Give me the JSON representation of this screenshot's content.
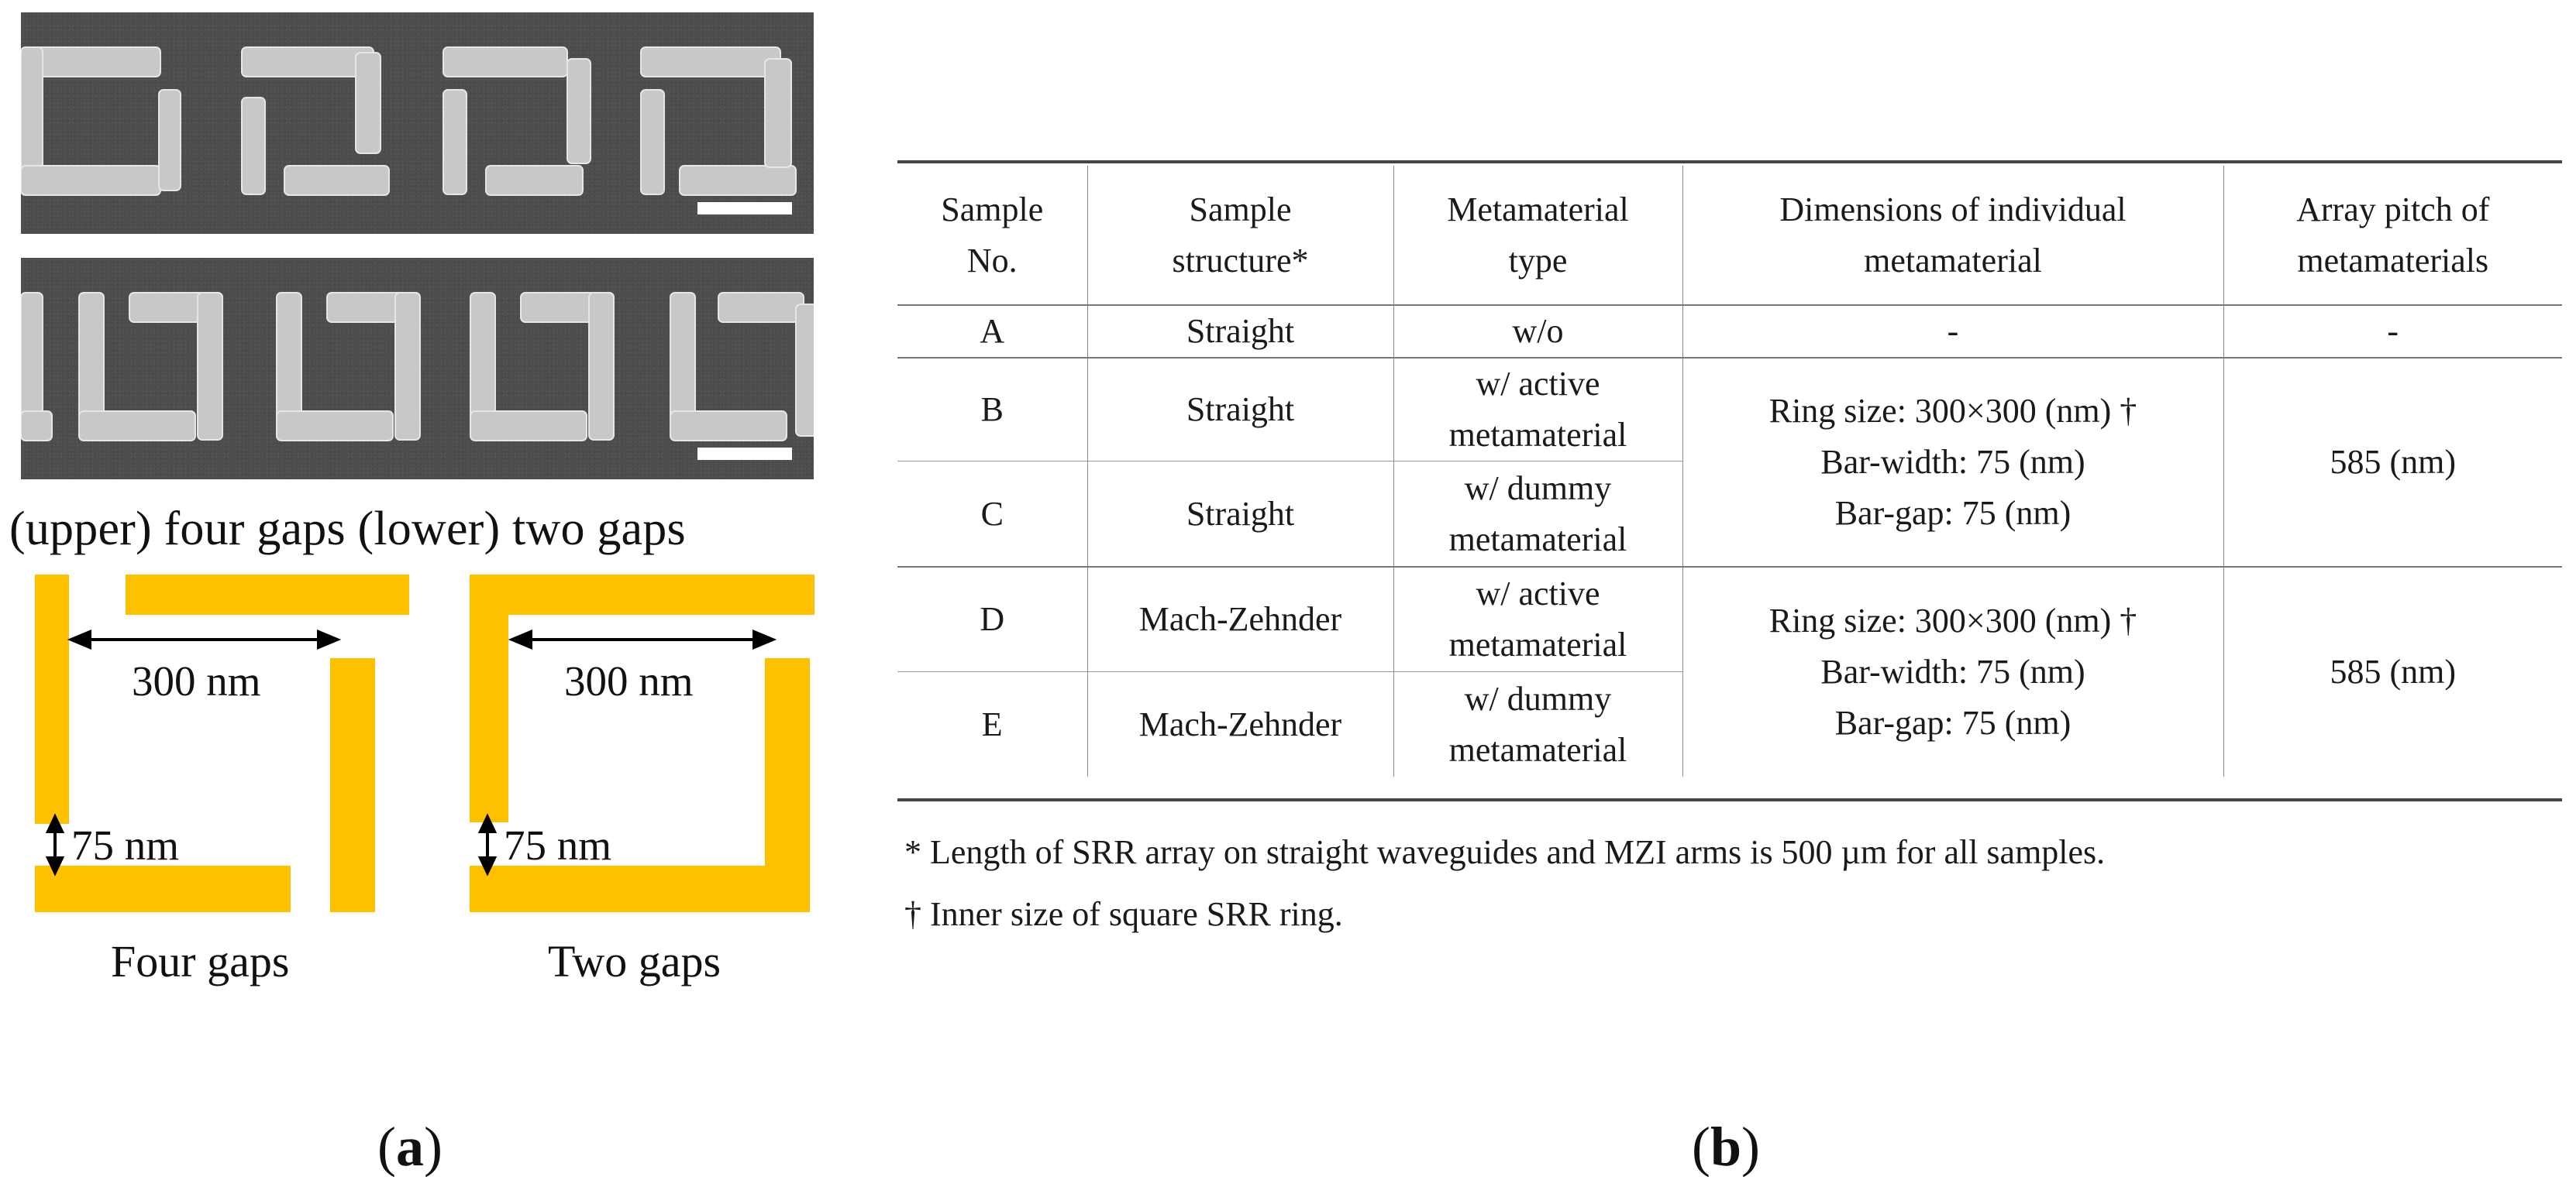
{
  "panel_a": {
    "sem_caption": "(upper) four gaps (lower) two gaps",
    "four_gaps": {
      "label": "Four gaps",
      "dim_ring": "300 nm",
      "dim_bar": "75 nm"
    },
    "two_gaps": {
      "label": "Two gaps",
      "dim_ring": "300 nm",
      "dim_bar": "75 nm"
    },
    "colors": {
      "ring_fill": "#FFC000",
      "sem_background": "#4D4D4D",
      "sem_structure": "#C8C8C8"
    },
    "panel_letter": "a"
  },
  "panel_b": {
    "panel_letter": "b",
    "table": {
      "headers": [
        "Sample\nNo.",
        "Sample\nstructure*",
        "Metamaterial\ntype",
        "Dimensions of individual\nmetamaterial",
        "Array pitch of\nmetamaterials"
      ],
      "rows": [
        {
          "no": "A",
          "structure": "Straight",
          "type": "w/o"
        },
        {
          "no": "B",
          "structure": "Straight",
          "type": "w/ active\nmetamaterial"
        },
        {
          "no": "C",
          "structure": "Straight",
          "type": "w/ dummy\nmetamaterial"
        },
        {
          "no": "D",
          "structure": "Mach-Zehnder",
          "type": "w/ active\nmetamaterial"
        },
        {
          "no": "E",
          "structure": "Mach-Zehnder",
          "type": "w/ dummy\nmetamaterial"
        }
      ],
      "row_a_dimensions": "-",
      "row_a_pitch": "-",
      "group_bc": {
        "dimensions": "Ring size: 300×300 (nm) †\nBar-width: 75 (nm)\nBar-gap: 75 (nm)",
        "pitch": "585 (nm)"
      },
      "group_de": {
        "dimensions": "Ring size: 300×300 (nm) †\nBar-width: 75 (nm)\nBar-gap: 75 (nm)",
        "pitch": "585 (nm)"
      }
    },
    "footnotes": [
      "* Length of SRR array on straight waveguides and MZI arms is 500 µm for all samples.",
      "† Inner size of square SRR ring."
    ]
  }
}
